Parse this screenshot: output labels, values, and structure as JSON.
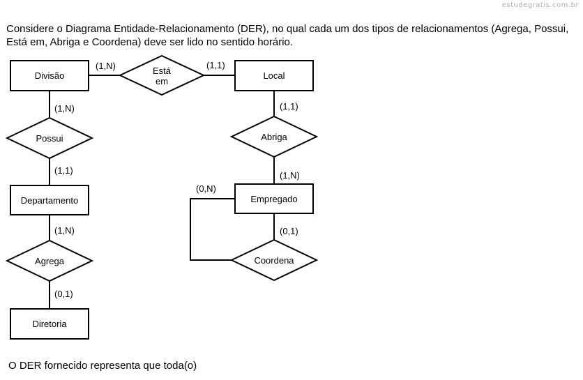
{
  "watermark": "estudegratis.com.br",
  "question": {
    "text": "Considere o Diagrama Entidade-Relacionamento (DER), no qual cada um dos tipos de relacionamentos (Agrega, Possui, Está em, Abriga e Coordena) deve ser lido no sentido horário."
  },
  "diagram": {
    "entities": {
      "divisao": "Divisão",
      "local": "Local",
      "departamento": "Departamento",
      "empregado": "Empregado",
      "diretoria": "Diretoria"
    },
    "relationships": {
      "esta_em_line1": "Está",
      "esta_em_line2": "em",
      "possui": "Possui",
      "abriga": "Abriga",
      "agrega": "Agrega",
      "coordena": "Coordena"
    },
    "cardinalities": {
      "divisao_esta_em": "(1,N)",
      "local_esta_em": "(1,1)",
      "divisao_possui": "(1,N)",
      "departamento_possui": "(1,1)",
      "local_abriga": "(1,1)",
      "empregado_abriga": "(1,N)",
      "empregado_coordena_loop": "(0,N)",
      "empregado_coordena": "(0,1)",
      "departamento_agrega": "(1,N)",
      "diretoria_agrega": "(0,1)"
    }
  },
  "footer": {
    "text": "O DER fornecido representa que toda(o)"
  }
}
